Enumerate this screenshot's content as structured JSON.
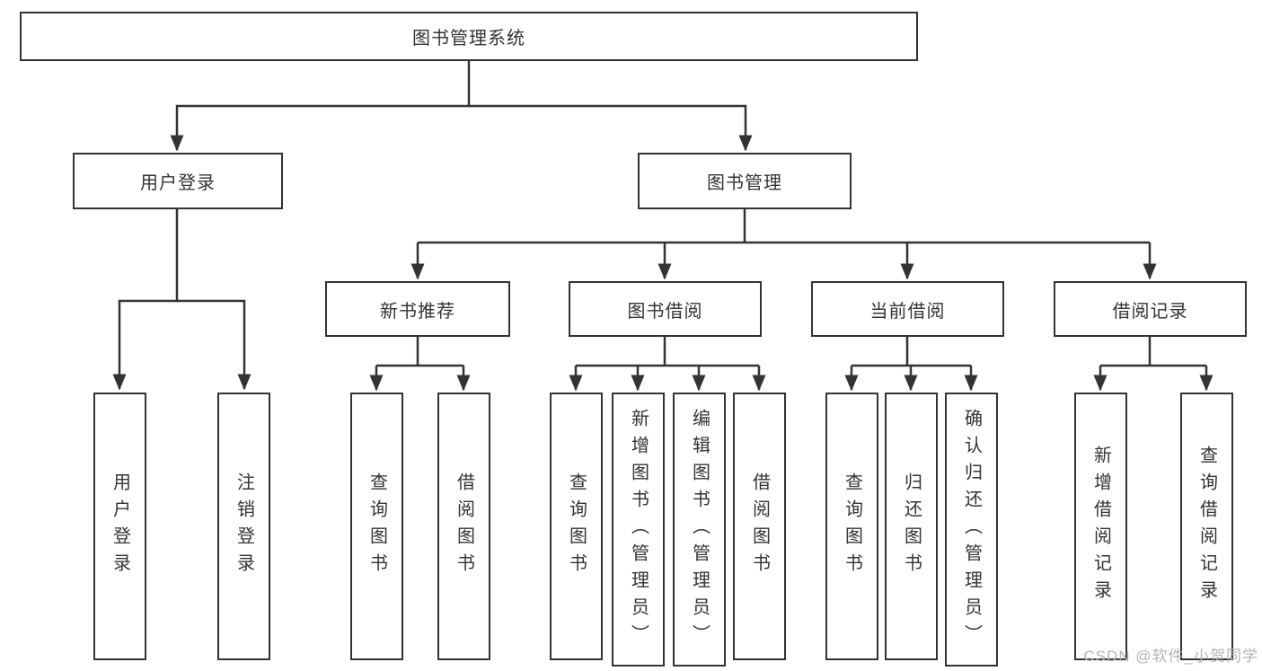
{
  "tree": {
    "root": "图书管理系统",
    "level2": [
      "用户登录",
      "图书管理"
    ],
    "level3": [
      "新书推荐",
      "图书借阅",
      "当前借阅",
      "借阅记录"
    ],
    "leaves": {
      "user_login": [
        "用户登录",
        "注销登录"
      ],
      "new_book": [
        "查询图书",
        "借阅图书"
      ],
      "book_borrow": [
        "查询图书",
        "新增图书（管理员）",
        "编辑图书（管理员）",
        "借阅图书"
      ],
      "current_borrow": [
        "查询图书",
        "归还图书",
        "确认归还（管理员）"
      ],
      "borrow_records": [
        "新增借阅记录",
        "查询借阅记录"
      ]
    }
  },
  "watermark": {
    "text": "CSDN @软件_小贺同学"
  },
  "colors": {
    "line": "#333333",
    "box_border": "#333333",
    "text": "#333333",
    "watermark": "#b5b5b5",
    "background": "#ffffff"
  }
}
